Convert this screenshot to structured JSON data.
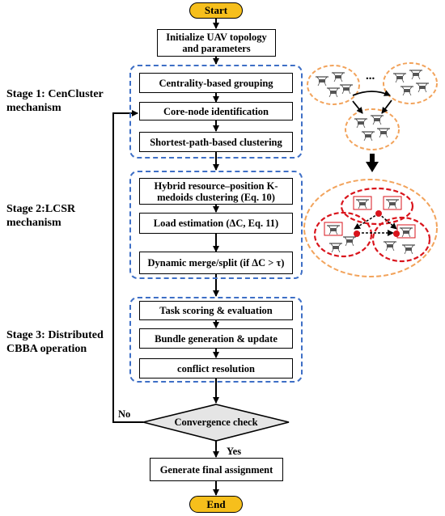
{
  "flow": {
    "start": "Start",
    "init": "Initialize UAV topology and parameters",
    "convergence": "Convergence check",
    "final": "Generate final assignment",
    "end": "End",
    "no_label": "No",
    "yes_label": "Yes"
  },
  "stages": [
    {
      "label": "Stage 1: CenCluster\nmechanism",
      "steps": [
        "Centrality-based grouping",
        "Core-node identification",
        "Shortest-path-based clustering"
      ]
    },
    {
      "label": "Stage 2:LCSR\nmechanism",
      "steps": [
        "Hybrid resource–position K-medoids clustering (Eq. 10)",
        "Load estimation (ΔC, Eq. 11)",
        "Dynamic merge/split (if ΔC > τ)"
      ]
    },
    {
      "label": "Stage 3: Distributed\nCBBA operation",
      "steps": [
        "Task scoring & evaluation",
        "Bundle generation & update",
        "conflict resolution"
      ]
    }
  ],
  "illustration": {
    "top_dots": "...",
    "colors": {
      "outer_cluster": "#f2a35b",
      "inner_cluster": "#d9141c",
      "stage_border": "#3e6fc6",
      "terminal_fill": "#f6bf1c"
    }
  }
}
